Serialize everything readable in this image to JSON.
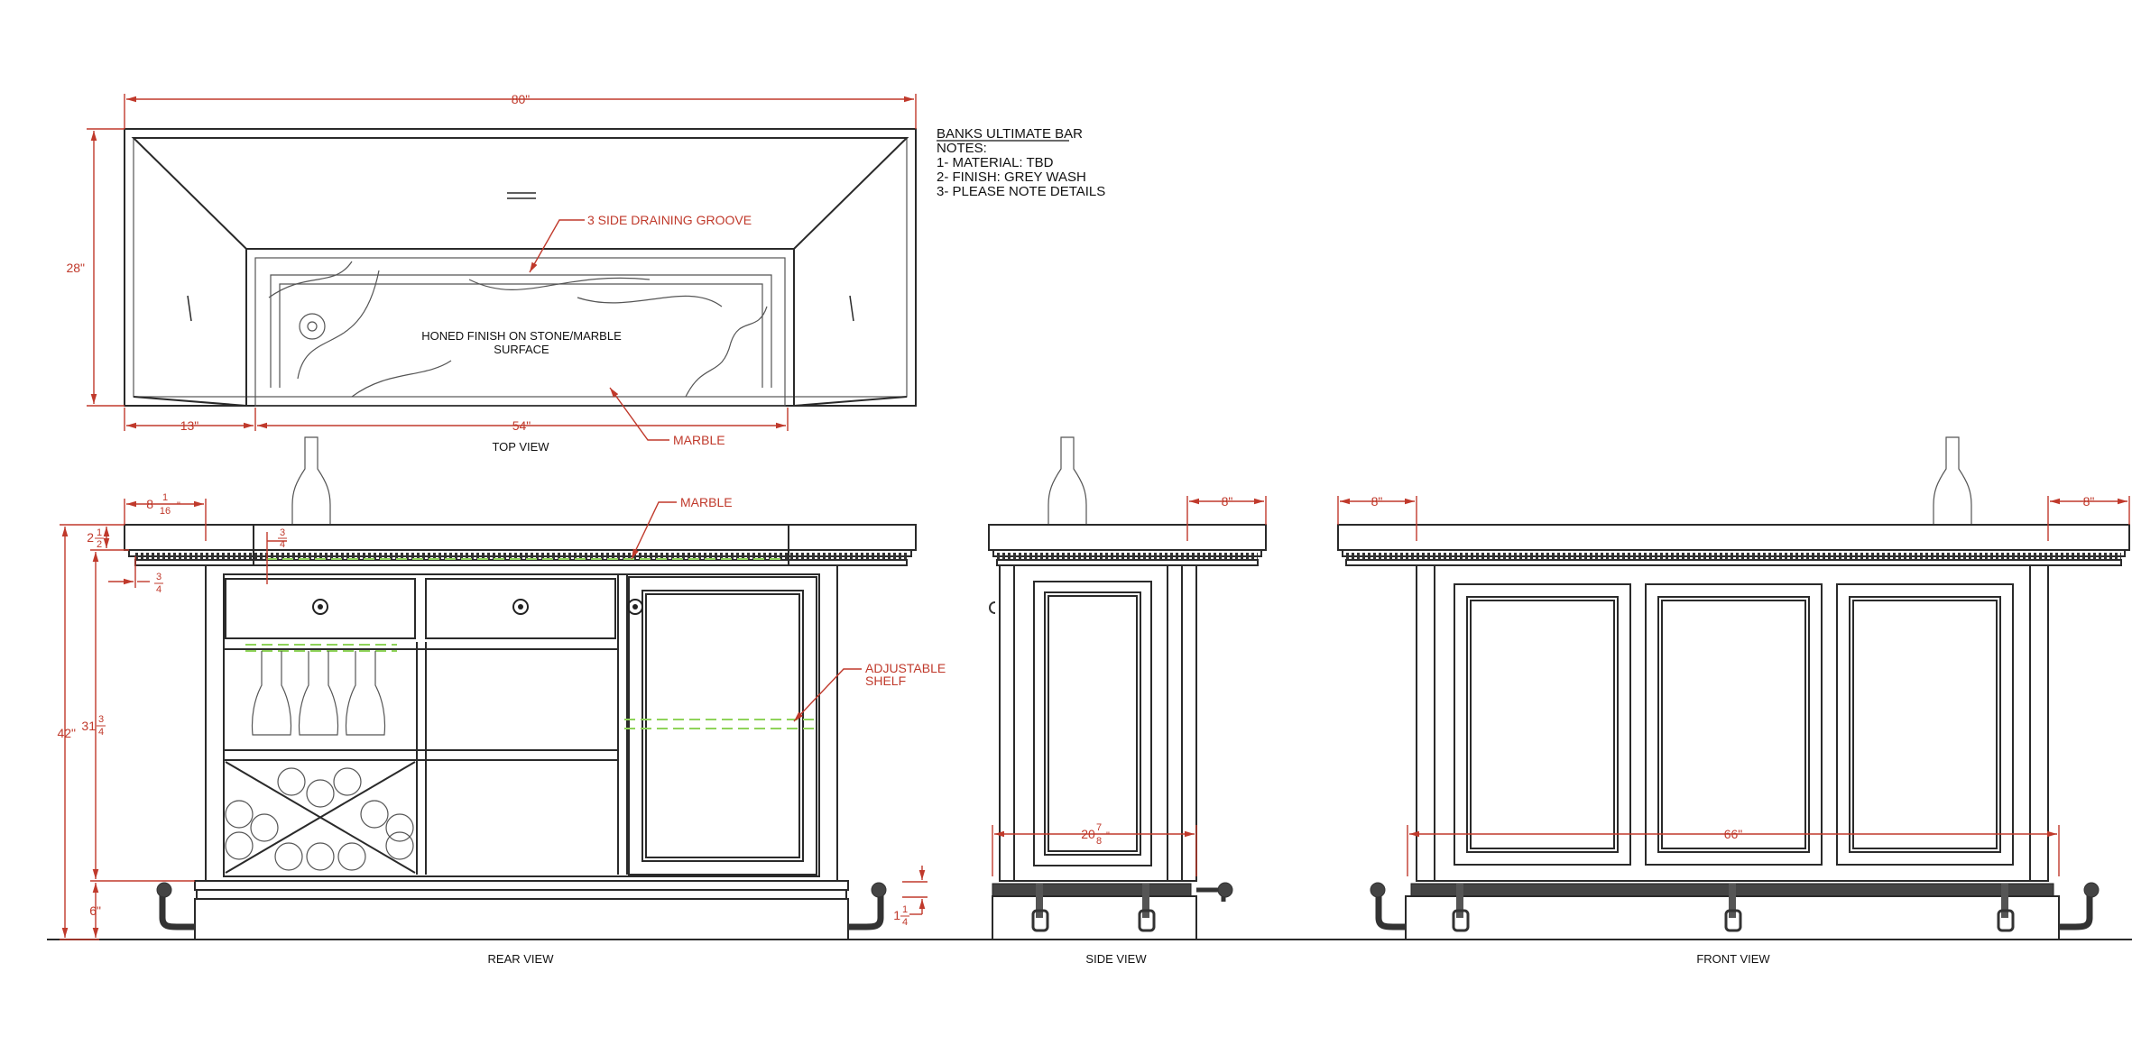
{
  "notes": {
    "title": "BANKS ULTIMATE BAR",
    "heading": "NOTES:",
    "items": [
      "1- MATERIAL: TBD",
      "2- FINISH: GREY WASH",
      "3- PLEASE NOTE DETAILS"
    ]
  },
  "views": {
    "top": "TOP VIEW",
    "rear": "REAR VIEW",
    "side": "SIDE VIEW",
    "front": "FRONT VIEW"
  },
  "callouts": {
    "groove": "3 SIDE DRAINING GROOVE",
    "surface_line1": "HONED FINISH ON STONE/MARBLE",
    "surface_line2": "SURFACE",
    "marble_top": "MARBLE",
    "marble_rear": "MARBLE",
    "shelf_line1": "ADJUSTABLE",
    "shelf_line2": "SHELF"
  },
  "dimensions": {
    "top_width": "80\"",
    "top_depth": "28\"",
    "wing_width": "13\"",
    "center_width": "54\"",
    "rear_overhang": "8",
    "rear_overhang_num": "1",
    "rear_overhang_den": "16",
    "top_thickness": "2",
    "top_thickness_num": "1",
    "top_thickness_den": "2",
    "reveal_num": "3",
    "reveal_den": "4",
    "reveal2_num": "3",
    "reveal2_den": "4",
    "total_height": "42\"",
    "cabinet_height": "31",
    "cabinet_height_num": "3",
    "cabinet_height_den": "4",
    "base_height": "6\"",
    "rail_dia": "1",
    "rail_dia_num": "1",
    "rail_dia_den": "4",
    "side_overhang": "8\"",
    "side_width": "20",
    "side_width_num": "7",
    "side_width_den": "8",
    "front_overhang_left": "8\"",
    "front_overhang_right": "8\"",
    "front_width": "66\""
  }
}
